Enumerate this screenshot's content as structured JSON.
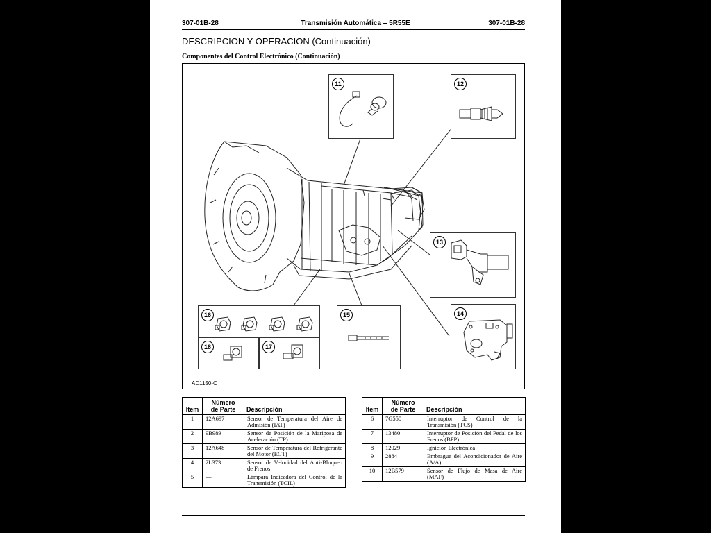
{
  "header": {
    "left": "307-01B-28",
    "center": "Transmisión Automática – 5R55E",
    "right": "307-01B-28"
  },
  "title": "DESCRIPCION Y OPERACION (Continuación)",
  "subtitle": "Componentes del Control Electrónico (Continuación)",
  "figure": {
    "id": "AD1150-C",
    "callouts": [
      "11",
      "12",
      "13",
      "14",
      "15",
      "16",
      "17",
      "18"
    ]
  },
  "table_headers": {
    "item": "Item",
    "part_number_1": "Número",
    "part_number_2": "de Parte",
    "description": "Descripción"
  },
  "table_left": [
    {
      "item": "1",
      "part": "12A697",
      "desc": " Sensor de Temperatura del Aire de Admisión (IAT)"
    },
    {
      "item": "2",
      "part": "9B989",
      "desc": "Sensor de Posición de la Mariposa de Aceleración (TP)"
    },
    {
      "item": "3",
      "part": "12A648",
      "desc": "Sensor de Temperatura del Refrigerante del Motor (ECT)"
    },
    {
      "item": "4",
      "part": "2L373",
      "desc": "Sensor de Velocidad del Anti-Bloqueo de Frenos"
    },
    {
      "item": "5",
      "part": "—",
      "desc": "Lámpara Indicadora del Control de la Transmisión (TCIL)"
    }
  ],
  "table_right": [
    {
      "item": "6",
      "part": "7G550",
      "desc": "Interruptor de Control de la Transmisión (TCS)"
    },
    {
      "item": "7",
      "part": "13480",
      "desc": "Interruptor de Posición del Pedal de los Frenos (BPP)"
    },
    {
      "item": "8",
      "part": "12029",
      "desc": "Ignición Electrónica"
    },
    {
      "item": "9",
      "part": "2884",
      "desc": "Embrague del Acondicionador de Aire (A/A)"
    },
    {
      "item": "10",
      "part": "12B579",
      "desc": "Sensor de Flujo de Masa de Aire (MAF)"
    }
  ]
}
